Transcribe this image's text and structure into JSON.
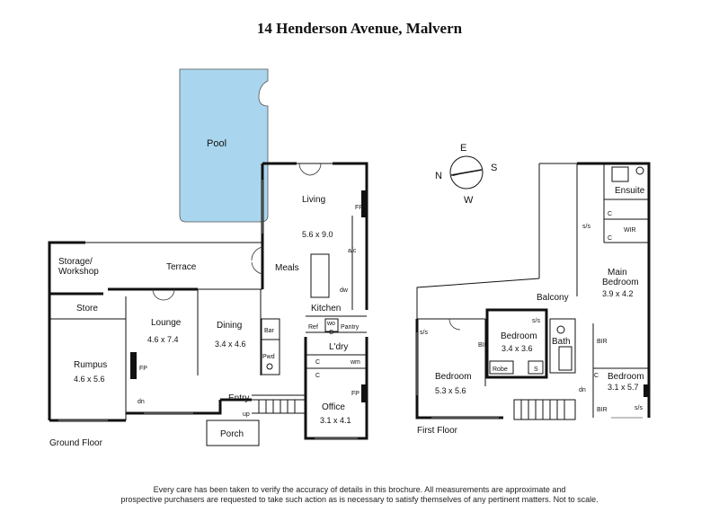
{
  "title": "14 Henderson Avenue, Malvern",
  "compass": {
    "n": "N",
    "e": "E",
    "s": "S",
    "w": "W"
  },
  "ground_floor": {
    "label": "Ground Floor",
    "rooms": {
      "pool": "Pool",
      "living": "Living",
      "living_dim": "5.6 x 9.0",
      "storage_line1": "Storage/",
      "storage_line2": "Workshop",
      "terrace": "Terrace",
      "meals": "Meals",
      "kitchen": "Kitchen",
      "store": "Store",
      "lounge": "Lounge",
      "lounge_dim": "4.6 x 7.4",
      "dining": "Dining",
      "dining_dim": "3.4 x 4.6",
      "bar": "Bar",
      "pwd": "Pwd",
      "ref": "Ref",
      "wo": "wo",
      "pantry": "Pantry",
      "ldry": "L'dry",
      "wm": "wm",
      "rumpus": "Rumpus",
      "rumpus_dim": "4.6 x 5.6",
      "entry": "Entry",
      "office": "Office",
      "office_dim": "3.1 x 4.1",
      "porch": "Porch"
    },
    "marks": {
      "fp": "FP",
      "ac": "a/c",
      "dw": "dw",
      "c": "C",
      "dn": "dn",
      "up": "up"
    }
  },
  "first_floor": {
    "label": "First Floor",
    "rooms": {
      "ensuite": "Ensuite",
      "wir": "WIR",
      "main_bedroom_line1": "Main",
      "main_bedroom_line2": "Bedroom",
      "main_bedroom_dim": "3.9 x 4.2",
      "balcony": "Balcony",
      "bedroom_mid": "Bedroom",
      "bedroom_mid_dim": "3.4 x 3.6",
      "bath": "Bath",
      "bedroom_left": "Bedroom",
      "bedroom_left_dim": "5.3 x 5.6",
      "bedroom_right": "Bedroom",
      "bedroom_right_dim": "3.1 x 5.7",
      "robe": "Robe"
    },
    "marks": {
      "bir": "BIR",
      "ss": "s/s",
      "s": "S",
      "c": "C",
      "dn": "dn"
    }
  },
  "disclaimer_line1": "Every care has been taken to verify the accuracy of details in this brochure. All measurements are approximate and",
  "disclaimer_line2": "prospective purchasers are requested to take such action as is necessary to satisfy themselves of any pertinent matters. Not to scale.",
  "colors": {
    "pool": "#a9d6ee",
    "wall": "#111111",
    "line": "#888888"
  }
}
